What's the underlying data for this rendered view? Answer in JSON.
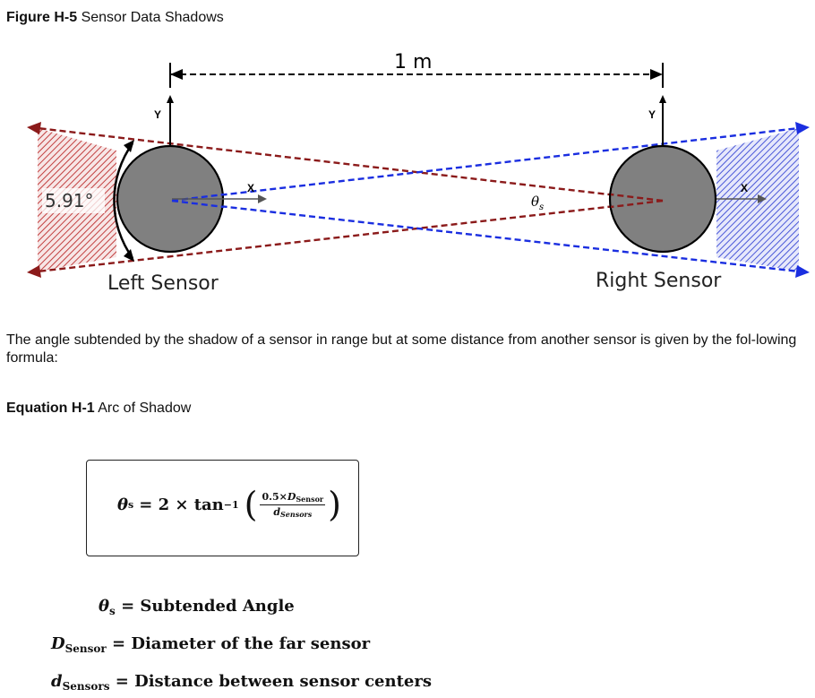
{
  "figure": {
    "label": "Figure H-5",
    "title": "Sensor Data Shadows",
    "distance_label": "1 m",
    "angle_label": "5.91°",
    "theta_label": "θs",
    "left_sensor_label": "Left Sensor",
    "right_sensor_label": "Right Sensor",
    "axis_y": "Y",
    "axis_x": "X",
    "colors": {
      "red_shadow": "#8b1a1a",
      "blue_shadow": "#1a2ee0",
      "sensor_fill": "#808080"
    }
  },
  "paragraph": "The angle subtended by the shadow of a sensor in range but at some distance from another sensor is given by the fol-lowing formula:",
  "equation": {
    "label": "Equation H-1",
    "title": "Arc of Shadow",
    "lhs": "θ",
    "lhs_sub": "s",
    "rhs_prefix": "= 2 × tan",
    "rhs_sup": "−1",
    "num_prefix": "0.5×",
    "num_var": "D",
    "num_sub": "Sensor",
    "den_var": "d",
    "den_sub": "Sensors"
  },
  "definitions": [
    {
      "var": "θ",
      "sub": "s",
      "text": "= Subtended Angle"
    },
    {
      "var": "D",
      "sub": "Sensor",
      "text": "= Diameter of the far sensor"
    },
    {
      "var": "d",
      "sub": "Sensors",
      "text": "= Distance between sensor centers"
    }
  ]
}
